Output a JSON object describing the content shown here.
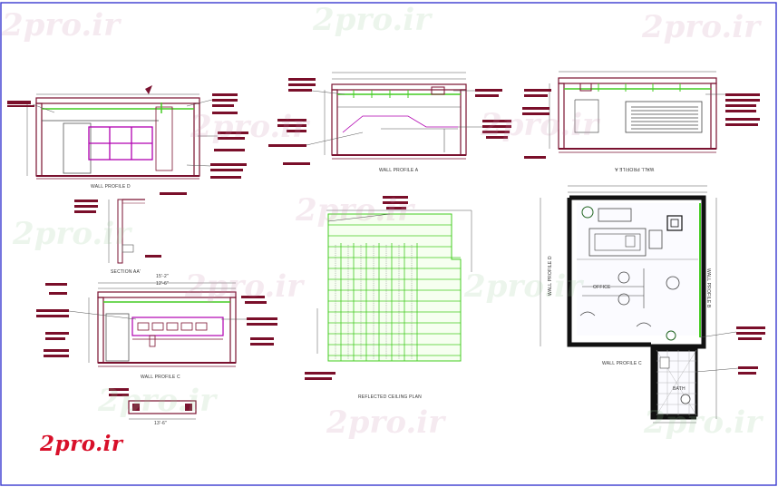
{
  "colors": {
    "frame": "#3a3ad0",
    "wall": "#7a1230",
    "green": "#44cc22",
    "magenta": "#b000b0",
    "note": "#7a0f2a",
    "logo": "#d8102a"
  },
  "watermark": "2pro.ir",
  "logo_text": "2pro.ir",
  "titles": {
    "wall_profile_d": "WALL PROFILE D",
    "wall_profile_a": "WALL PROFILE A",
    "wall_profile_a_top_right": "WALL PROFILE A",
    "section": "SECTION AA'",
    "wall_profile_c_left": "WALL PROFILE C",
    "reflected_ceiling_plan": "REFLECTED CEILING PLAN",
    "wall_profile_c_plan": "WALL PROFILE C",
    "wall_profile_b": "WALL PROFILE B",
    "wall_profile_d_side": "WALL PROFILE D",
    "office": "OFFICE",
    "bath": "BATH"
  },
  "dimensions": {
    "d_left_width": "15'-2\"",
    "d_left_inner": "12'-6\"",
    "bottom_sink": "13'-6\""
  }
}
